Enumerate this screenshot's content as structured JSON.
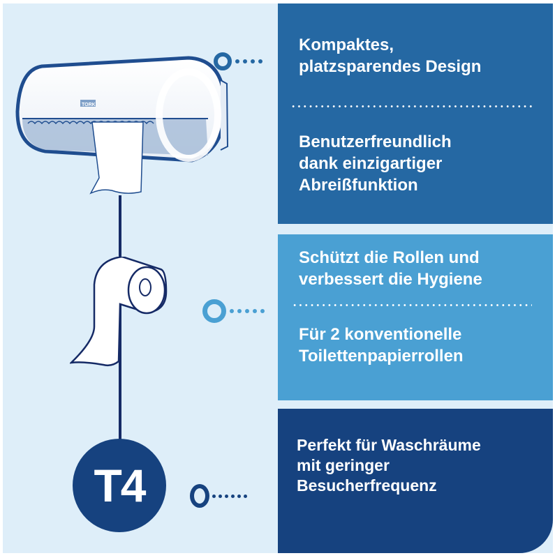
{
  "colors": {
    "background": "#deeef9",
    "panel_dark_blue": "#2568a3",
    "panel_light_blue": "#4aa0d3",
    "panel_navy": "#16427f",
    "outline_navy": "#152a66"
  },
  "features": {
    "top": {
      "item1": "Kompaktes,\nplatzsparendes Design",
      "item2": "Benutzerfreundlich\ndank einzigartiger\nAbreißfunktion"
    },
    "middle": {
      "item1": "Schützt die Rollen und\nverbessert die Hygiene",
      "item2": "Für 2 konventionelle\nToilettenpapierrollen"
    },
    "bottom": {
      "item1": "Perfekt für Waschräume\nmit geringer\nBesucherfrequenz"
    }
  },
  "badge": {
    "label": "T4"
  },
  "illustration": {
    "dispenser_brand": "TORK",
    "icons": [
      "dispenser-icon",
      "toilet-roll-icon"
    ]
  }
}
